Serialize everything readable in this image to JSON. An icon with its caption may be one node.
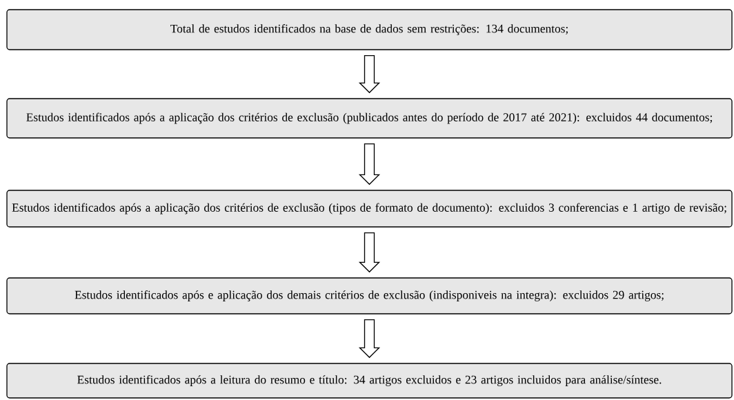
{
  "diagram": {
    "nodes": [
      {
        "text": [
          "Total de estudos identificados na base de dados sem restrições: 134 documentos;"
        ]
      },
      {
        "text": [
          "Estudos identificados após a aplicação dos critérios de exclusão (publicados antes do período de 2017 até 2021): excluidos 44 documentos;"
        ]
      },
      {
        "text": [
          "Estudos identificados após a aplicação dos critérios de exclusão (tipos de formato de documento): excluidos 3 conferencias e 1 artigo de revisão;"
        ]
      },
      {
        "text": [
          "Estudos identificados após e aplicação dos demais critérios de exclusão (indisponiveis na integra): excluidos 29 artigos;"
        ]
      },
      {
        "text": [
          "Estudos identificados após a leitura do resumo e título: 34 artigos excluidos e 23 artigos incluidos para análise/síntese."
        ]
      }
    ],
    "edges": [
      {
        "from": 0,
        "to": 1,
        "arrow": "to"
      },
      {
        "from": 1,
        "to": 2,
        "arrow": "to"
      },
      {
        "from": 2,
        "to": 3,
        "arrow": "to"
      },
      {
        "from": 3,
        "to": 4,
        "arrow": "to"
      }
    ]
  }
}
